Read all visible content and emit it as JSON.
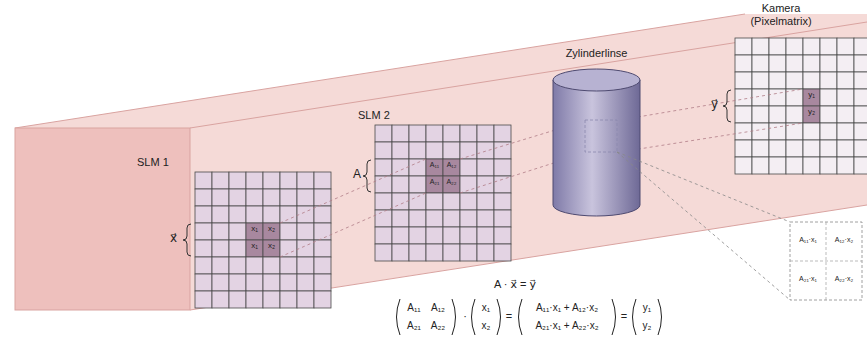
{
  "diagram": {
    "nodes": [
      {
        "text": [
          "SLM 1"
        ]
      },
      {
        "text": [
          "SLM 2"
        ]
      },
      {
        "text": [
          "Zylinderlinse"
        ]
      },
      {
        "text": [
          "Kamera (Pixelmatrix)"
        ]
      }
    ],
    "labels": [
      "x⃗",
      "x₁",
      "x₂",
      "x₁",
      "x₂",
      "A",
      "A₁₁",
      "A₁₂",
      "A₂₁",
      "A₂₂",
      "y⃗",
      "y₁",
      "y₂",
      "A₁₁·x₁",
      "A₁₂·x₂",
      "A₂₁·x₁",
      "A₂₂·x₂",
      "A · x⃗ = y⃗",
      "A₁₁",
      "A₁₂",
      "A₂₁",
      "A₂₂",
      "·",
      "x₁",
      "x₂",
      "=",
      "A₁₁·x₁ + A₁₂·x₂",
      "A₂₁·x₁ + A₂₂·x₂",
      "=",
      "y₁",
      "y₂"
    ]
  }
}
